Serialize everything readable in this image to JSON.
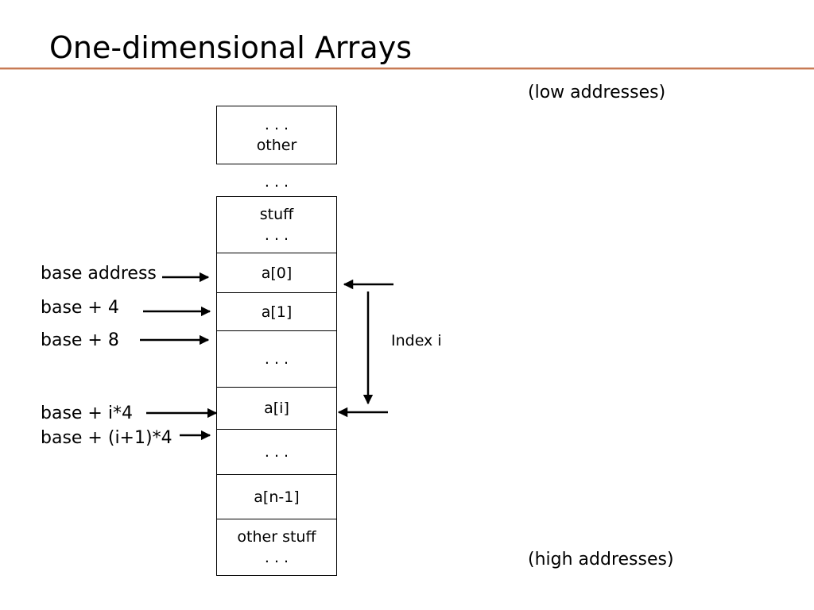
{
  "title": "One-dimensional Arrays",
  "low_addresses_label": "(low addresses)",
  "high_addresses_label": "(high addresses)",
  "memory": {
    "other_line1": ". . .",
    "other_line2": "other",
    "gap_dots": ". . .",
    "stuff_line1": "stuff",
    "stuff_line2": ". . .",
    "a0": "a[0]",
    "a1": "a[1]",
    "mid_dots": ". . .",
    "ai": "a[i]",
    "after_ai_dots": ". . .",
    "an1": "a[n-1]",
    "other_stuff_line1": "other stuff",
    "other_stuff_line2": ". . ."
  },
  "addresses": {
    "base": "base address",
    "base_plus_4": "base + 4",
    "base_plus_8": "base + 8",
    "base_plus_i4": "base + i*4",
    "base_plus_i1_4": "base + (i+1)*4"
  },
  "index_label": "Index i"
}
